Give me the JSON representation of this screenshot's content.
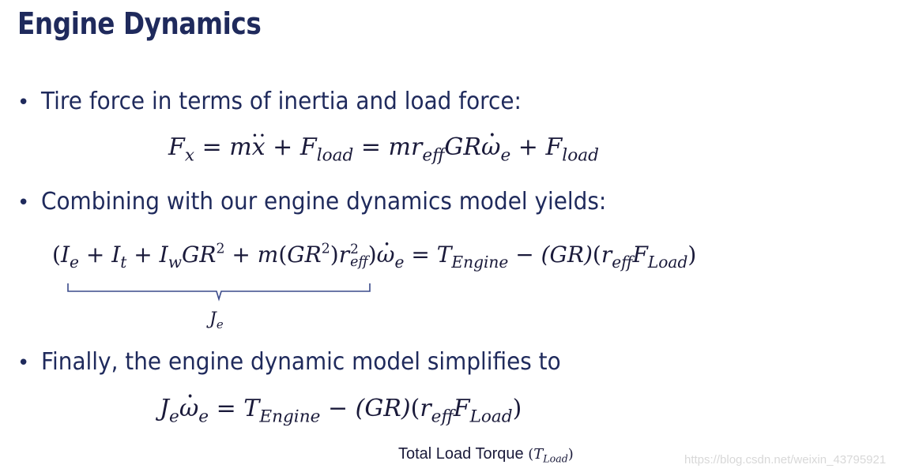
{
  "slide": {
    "title": "Engine Dynamics",
    "bullet_symbol": "•",
    "bullets": [
      "Tire force in terms of inertia and load force:",
      "Combining with our engine dynamics model yields:",
      "Finally, the engine dynamic model simplifies to"
    ]
  },
  "equations": {
    "eq1": {
      "lhs": "F",
      "lhs_sub": "x",
      "eq": "=",
      "m": "m",
      "x": "x",
      "plus": "+",
      "F": "F",
      "load": "load",
      "m2": "m",
      "r": "r",
      "eff": "eff",
      "GR": "GR",
      "w": "ω",
      "e": "e"
    },
    "eq2": {
      "open": "(",
      "I": "I",
      "e": "e",
      "t": "t",
      "w": "w",
      "plus": "+",
      "GR": "GR",
      "two": "2",
      "m": "m",
      "lp": "(",
      "rp": ")",
      "r": "r",
      "eff": "eff",
      "close": ")",
      "omega": "ω",
      "eq": "=",
      "T": "T",
      "engine": "Engine",
      "minus": "−",
      "grp": "(GR)",
      "F": "F",
      "load": "Load",
      "brace_label": "J",
      "brace_label_sub": "e"
    },
    "eq3": {
      "J": "J",
      "e": "e",
      "omega": "ω",
      "eq": "=",
      "T": "T",
      "engine": "Engine",
      "minus": "−",
      "grp": "(GR)",
      "lp": "(",
      "rp": ")",
      "r": "r",
      "eff": "eff",
      "F": "F",
      "load": "Load"
    }
  },
  "caption": {
    "text": "Total Load Torque",
    "lp": "(",
    "T": "T",
    "load": "Load",
    "rp": ")"
  },
  "watermark": "https://blog.csdn.net/weixin_43795921"
}
